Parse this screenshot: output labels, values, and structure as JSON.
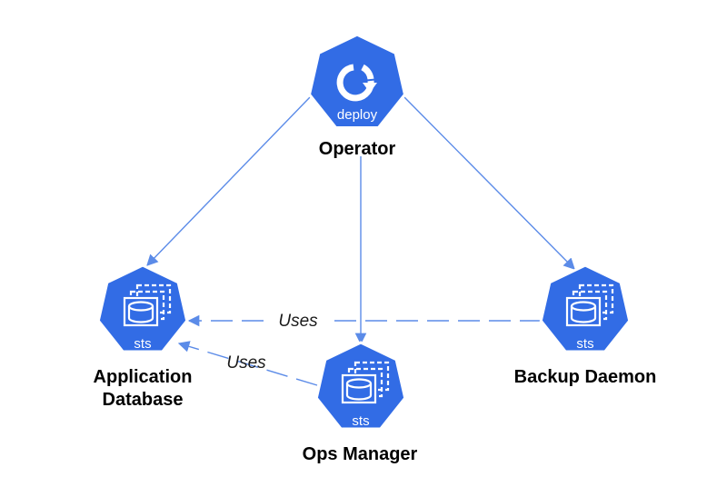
{
  "colors": {
    "node_fill": "#326CE5",
    "node_stroke": "#ffffff",
    "edge": "#5B8BE8",
    "text": "#000000"
  },
  "nodes": {
    "operator": {
      "label": "Operator",
      "badge": "deploy",
      "icon": "deploy-cycle-icon"
    },
    "app_db": {
      "label_line1": "Application",
      "label_line2": "Database",
      "badge": "sts",
      "icon": "statefulset-icon"
    },
    "ops_manager": {
      "label": "Ops Manager",
      "badge": "sts",
      "icon": "statefulset-icon"
    },
    "backup": {
      "label": "Backup Daemon",
      "badge": "sts",
      "icon": "statefulset-icon"
    }
  },
  "edges": {
    "backup_uses_app_db": {
      "label": "Uses",
      "style": "dashed"
    },
    "ops_manager_uses_app_db": {
      "label": "Uses",
      "style": "dashed"
    }
  }
}
